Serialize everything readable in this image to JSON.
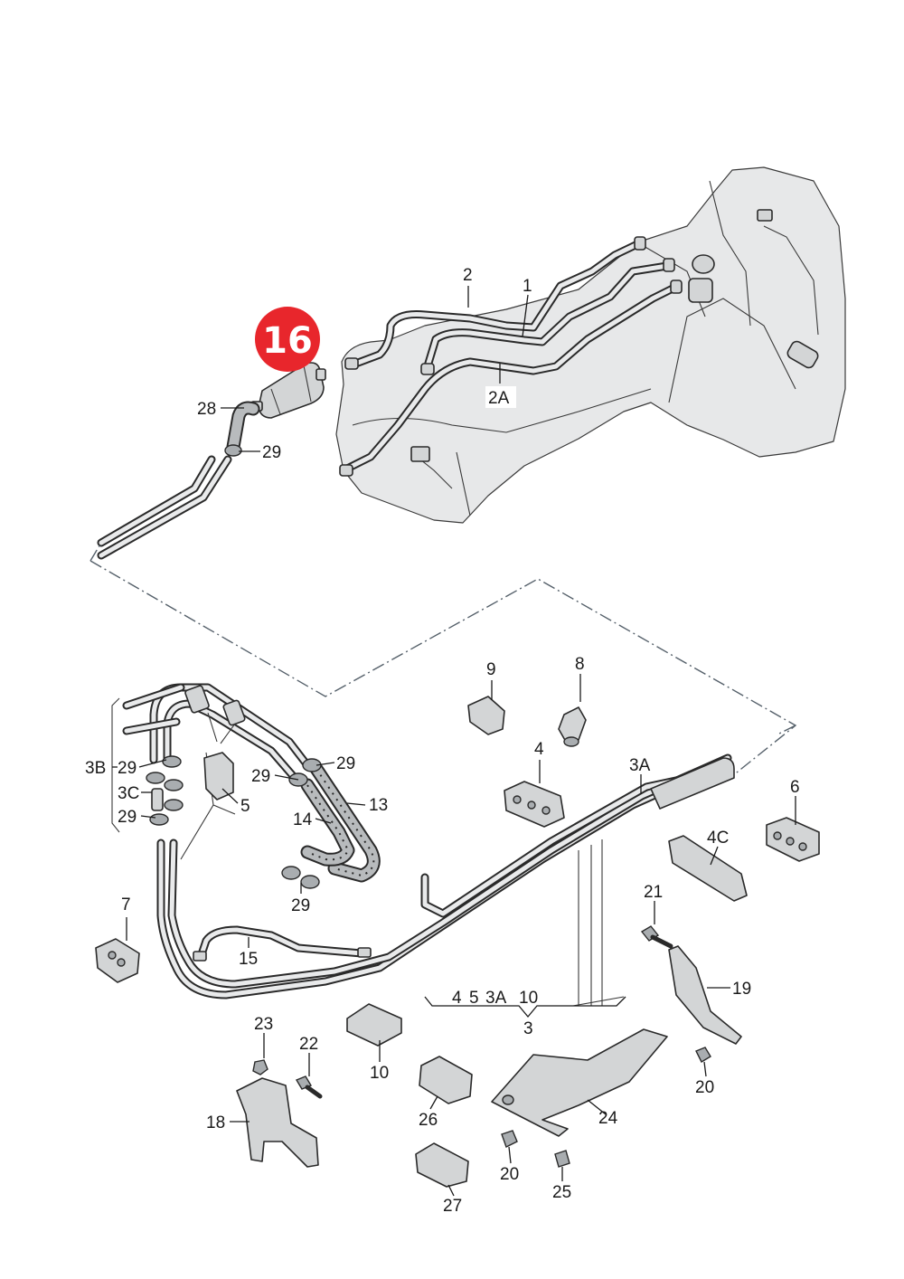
{
  "highlight": {
    "label": "16",
    "color": "#e8262c"
  },
  "callouts": [
    {
      "id": "c1",
      "text": "1"
    },
    {
      "id": "c2",
      "text": "2"
    },
    {
      "id": "c2a",
      "text": "2A"
    },
    {
      "id": "c28",
      "text": "28"
    },
    {
      "id": "c29a",
      "text": "29"
    },
    {
      "id": "c9",
      "text": "9"
    },
    {
      "id": "c8",
      "text": "8"
    },
    {
      "id": "c4",
      "text": "4"
    },
    {
      "id": "c3a",
      "text": "3A"
    },
    {
      "id": "c6",
      "text": "6"
    },
    {
      "id": "c3b",
      "text": "3B"
    },
    {
      "id": "c29b",
      "text": "29"
    },
    {
      "id": "c3c",
      "text": "3C"
    },
    {
      "id": "c29c",
      "text": "29"
    },
    {
      "id": "c5",
      "text": "5"
    },
    {
      "id": "c29d",
      "text": "29"
    },
    {
      "id": "c29e",
      "text": "29"
    },
    {
      "id": "c13",
      "text": "13"
    },
    {
      "id": "c14",
      "text": "14"
    },
    {
      "id": "c29f",
      "text": "29"
    },
    {
      "id": "c4c",
      "text": "4C"
    },
    {
      "id": "c21",
      "text": "21"
    },
    {
      "id": "c7",
      "text": "7"
    },
    {
      "id": "c15",
      "text": "15"
    },
    {
      "id": "c19",
      "text": "19"
    },
    {
      "id": "c4g",
      "text": "4"
    },
    {
      "id": "c5g",
      "text": "5"
    },
    {
      "id": "c3ag",
      "text": "3A"
    },
    {
      "id": "c10g",
      "text": "10"
    },
    {
      "id": "c3g",
      "text": "3"
    },
    {
      "id": "c23",
      "text": "23"
    },
    {
      "id": "c22",
      "text": "22"
    },
    {
      "id": "c10",
      "text": "10"
    },
    {
      "id": "c20a",
      "text": "20"
    },
    {
      "id": "c18",
      "text": "18"
    },
    {
      "id": "c26",
      "text": "26"
    },
    {
      "id": "c24",
      "text": "24"
    },
    {
      "id": "c20b",
      "text": "20"
    },
    {
      "id": "c25",
      "text": "25"
    },
    {
      "id": "c27",
      "text": "27"
    }
  ]
}
